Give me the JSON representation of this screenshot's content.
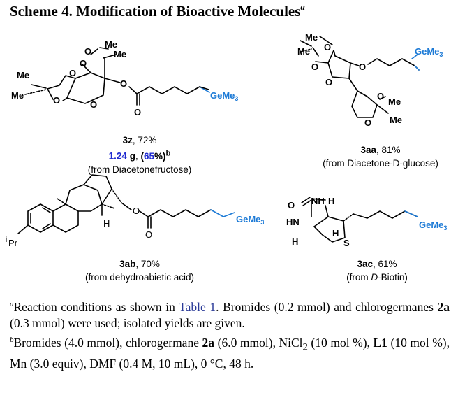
{
  "title": {
    "text": "Scheme 4. Modification of Bioactive Molecules",
    "mark": "a"
  },
  "compounds": [
    {
      "id": "3z",
      "yield": "72%",
      "scale_mass": "1.24",
      "scale_unit": "g",
      "scale_yield": "65",
      "scale_mark": "b",
      "source": "(from Diacetonefructose)"
    },
    {
      "id": "3aa",
      "yield": "81%",
      "source": "(from Diacetone-D-glucose)"
    },
    {
      "id": "3ab",
      "yield": "70%",
      "source": "(from dehydroabietic acid)"
    },
    {
      "id": "3ac",
      "yield": "61%",
      "source_prefix": "(from ",
      "source_italic": "D",
      "source_rest": "-Biotin)"
    }
  ],
  "atom_labels": {
    "me": "Me",
    "gem": "GeMe",
    "gem_sub": "3",
    "o": "O",
    "h": "H",
    "s": "S",
    "hn": "HN",
    "nh": "NH",
    "ipr_sup": "i",
    "ipr": "Pr"
  },
  "colors": {
    "germanium": "#1c7ad6",
    "highlight": "#1f2bd1",
    "link": "#2b3b98"
  },
  "footnotes": {
    "a_mark": "a",
    "a_text_1": "Reaction conditions as shown in ",
    "a_link": "Table 1",
    "a_text_2": ". Bromides (0.2 mmol) and chlorogermanes ",
    "a_bold": "2a",
    "a_text_3": " (0.3 mmol) were used; isolated yields are given.",
    "b_mark": "b",
    "b_text_1": "Bromides (4.0 mmol), chlorogermane ",
    "b_bold_1": "2a",
    "b_text_2": " (6.0 mmol), NiCl",
    "b_sub": "2",
    "b_text_3": " (10 mol %), ",
    "b_bold_2": "L1",
    "b_text_4": " (10 mol %), Mn (3.0 equiv), DMF (0.4 M, 10 mL), 0 °C, 48 h."
  }
}
